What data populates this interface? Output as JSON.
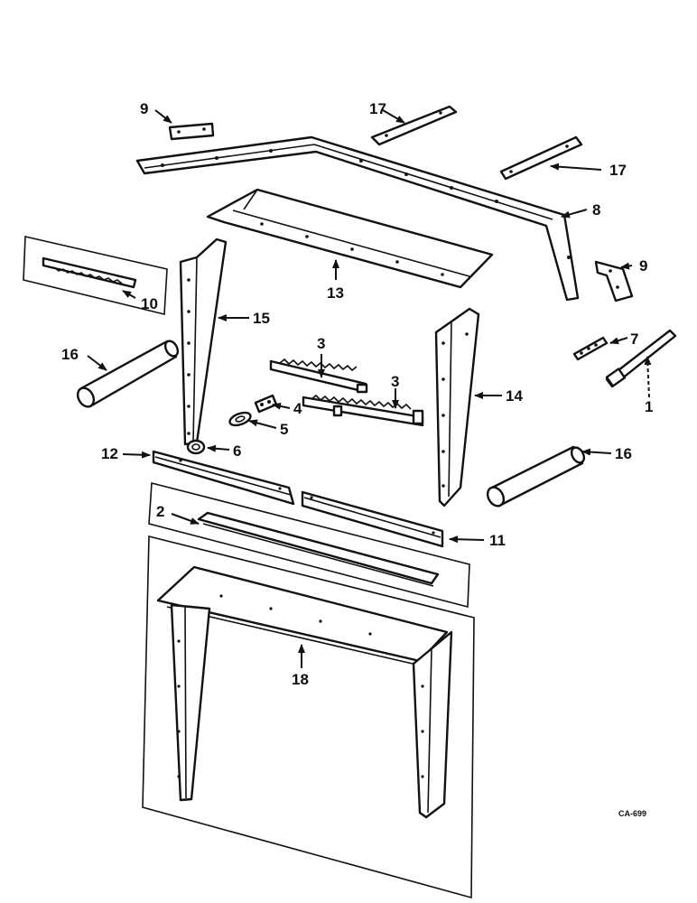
{
  "labels": {
    "l1": "1",
    "l2": "2",
    "l3a": "3",
    "l3b": "3",
    "l4": "4",
    "l5": "5",
    "l6": "6",
    "l7": "7",
    "l8": "8",
    "l9a": "9",
    "l9b": "9",
    "l10": "10",
    "l11": "11",
    "l12": "12",
    "l13": "13",
    "l14": "14",
    "l15": "15",
    "l16a": "16",
    "l16b": "16",
    "l17a": "17",
    "l17b": "17",
    "l18": "18"
  },
  "figure_code": "CA-699"
}
